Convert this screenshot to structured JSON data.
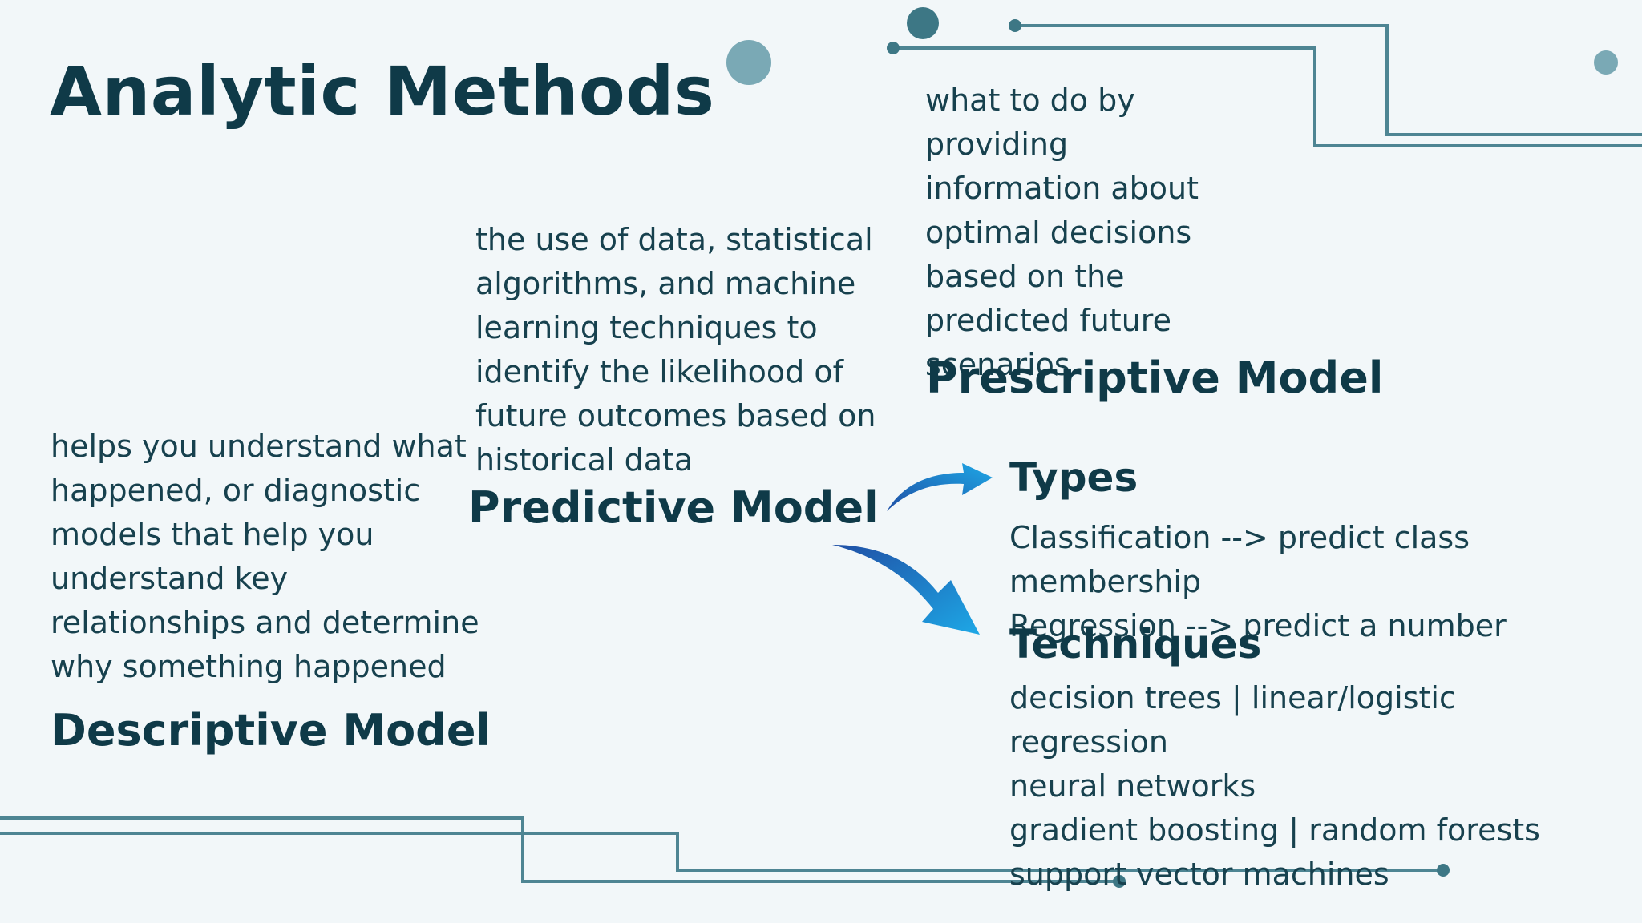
{
  "slide": {
    "title": "Analytic Methods",
    "descriptive": {
      "heading": "Descriptive Model",
      "text": "helps you understand what happened, or diagnostic models that help you understand key relationships and determine why something happened"
    },
    "predictive": {
      "heading": "Predictive Model",
      "text": "the use of data, statistical algorithms, and machine learning techniques to identify the likelihood of future outcomes based on historical data"
    },
    "prescriptive": {
      "heading": "Prescriptive Model",
      "text": "what to do by providing information about optimal decisions based on the predicted future scenarios"
    },
    "types": {
      "heading": "Types",
      "items": [
        "Classification --> predict class membership",
        "Regression --> predict a number"
      ]
    },
    "techniques": {
      "heading": "Techniques",
      "items": [
        "decision trees | linear/logistic regression",
        "neural networks",
        "gradient boosting | random forests",
        "support vector machines"
      ]
    }
  },
  "colors": {
    "background": "#f2f7f9",
    "text": "#0f3a48",
    "line": "#4e8593",
    "dot_light": "#7aa9b5",
    "dot_dark": "#3d7785",
    "arrow_start": "#1f4fa5",
    "arrow_end": "#1ea8e6"
  },
  "icons": {
    "arrows": [
      "curved-arrow-up-right-icon",
      "curved-arrow-down-right-icon"
    ]
  }
}
